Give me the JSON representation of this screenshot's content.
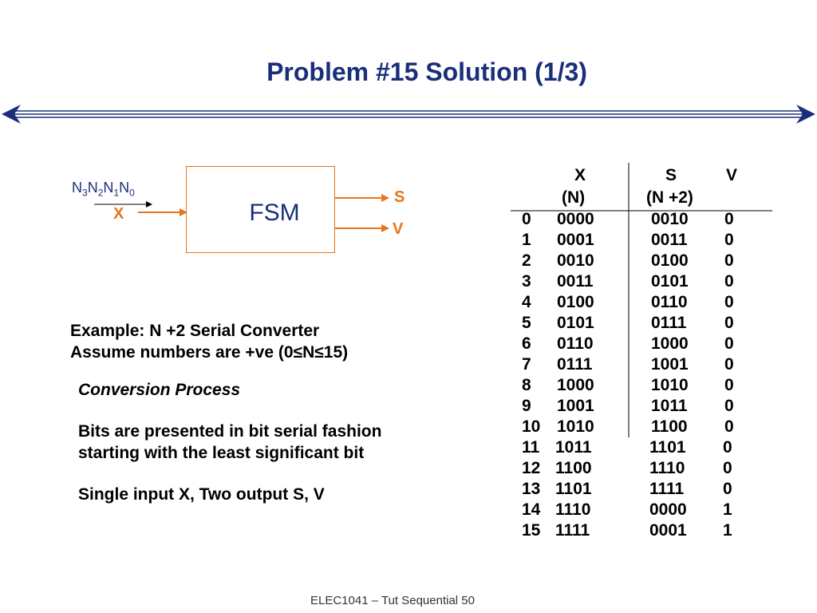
{
  "title": "Problem #15 Solution (1/3)",
  "diagram": {
    "box_label": "FSM",
    "sequence_label": {
      "n3": "N",
      "s3": "3",
      "n2": "N",
      "s2": "2",
      "n1": "N",
      "s1": "1",
      "n0": "N",
      "s0": "0"
    },
    "input_label": "X",
    "output_s": "S",
    "output_v": "V"
  },
  "text": {
    "example_line1": "Example: N +2 Serial Converter",
    "example_line2_a": "Assume numbers are +ve (0",
    "example_line2_le1": "≤",
    "example_line2_n": "N",
    "example_line2_le2": "≤",
    "example_line2_b": "15)",
    "conversion_heading": "Conversion Process",
    "bits_line1": "Bits are presented in bit serial fashion",
    "bits_line2": "starting with the least significant bit",
    "single_line": "Single input X, Two output S, V"
  },
  "table": {
    "header_x": "X",
    "header_s": "S",
    "header_v": "V",
    "sub_x": "(N)",
    "sub_s": "(N +2)",
    "rows": [
      [
        "0",
        "0000",
        "0010",
        "0"
      ],
      [
        "1",
        "0001",
        "0011",
        "0"
      ],
      [
        "2",
        "0010",
        "0100",
        "0"
      ],
      [
        "3",
        "0011",
        "0101",
        "0"
      ],
      [
        "4",
        "0100",
        "0110",
        "0"
      ],
      [
        "5",
        "0101",
        "0111",
        "0"
      ],
      [
        "6",
        "0110",
        "1000",
        "0"
      ],
      [
        "7",
        "0111",
        "1001",
        "0"
      ],
      [
        "8",
        "1000",
        "1010",
        "0"
      ],
      [
        "9",
        "1001",
        "1011",
        "0"
      ],
      [
        "10",
        "1010",
        "1100",
        "0"
      ],
      [
        "11",
        "1011",
        "1101",
        "0"
      ],
      [
        "12",
        "1100",
        "1110",
        "0"
      ],
      [
        "13",
        "1101",
        "1111",
        "0"
      ],
      [
        "14",
        "1110",
        "0000",
        "1"
      ],
      [
        "15",
        "1111",
        "0001",
        "1"
      ]
    ]
  },
  "footer": "ELEC1041 – Tut  Sequential 50",
  "colors": {
    "title": "#1a2f7a",
    "accent": "#e8751a",
    "rule": "#1a2f7a"
  }
}
